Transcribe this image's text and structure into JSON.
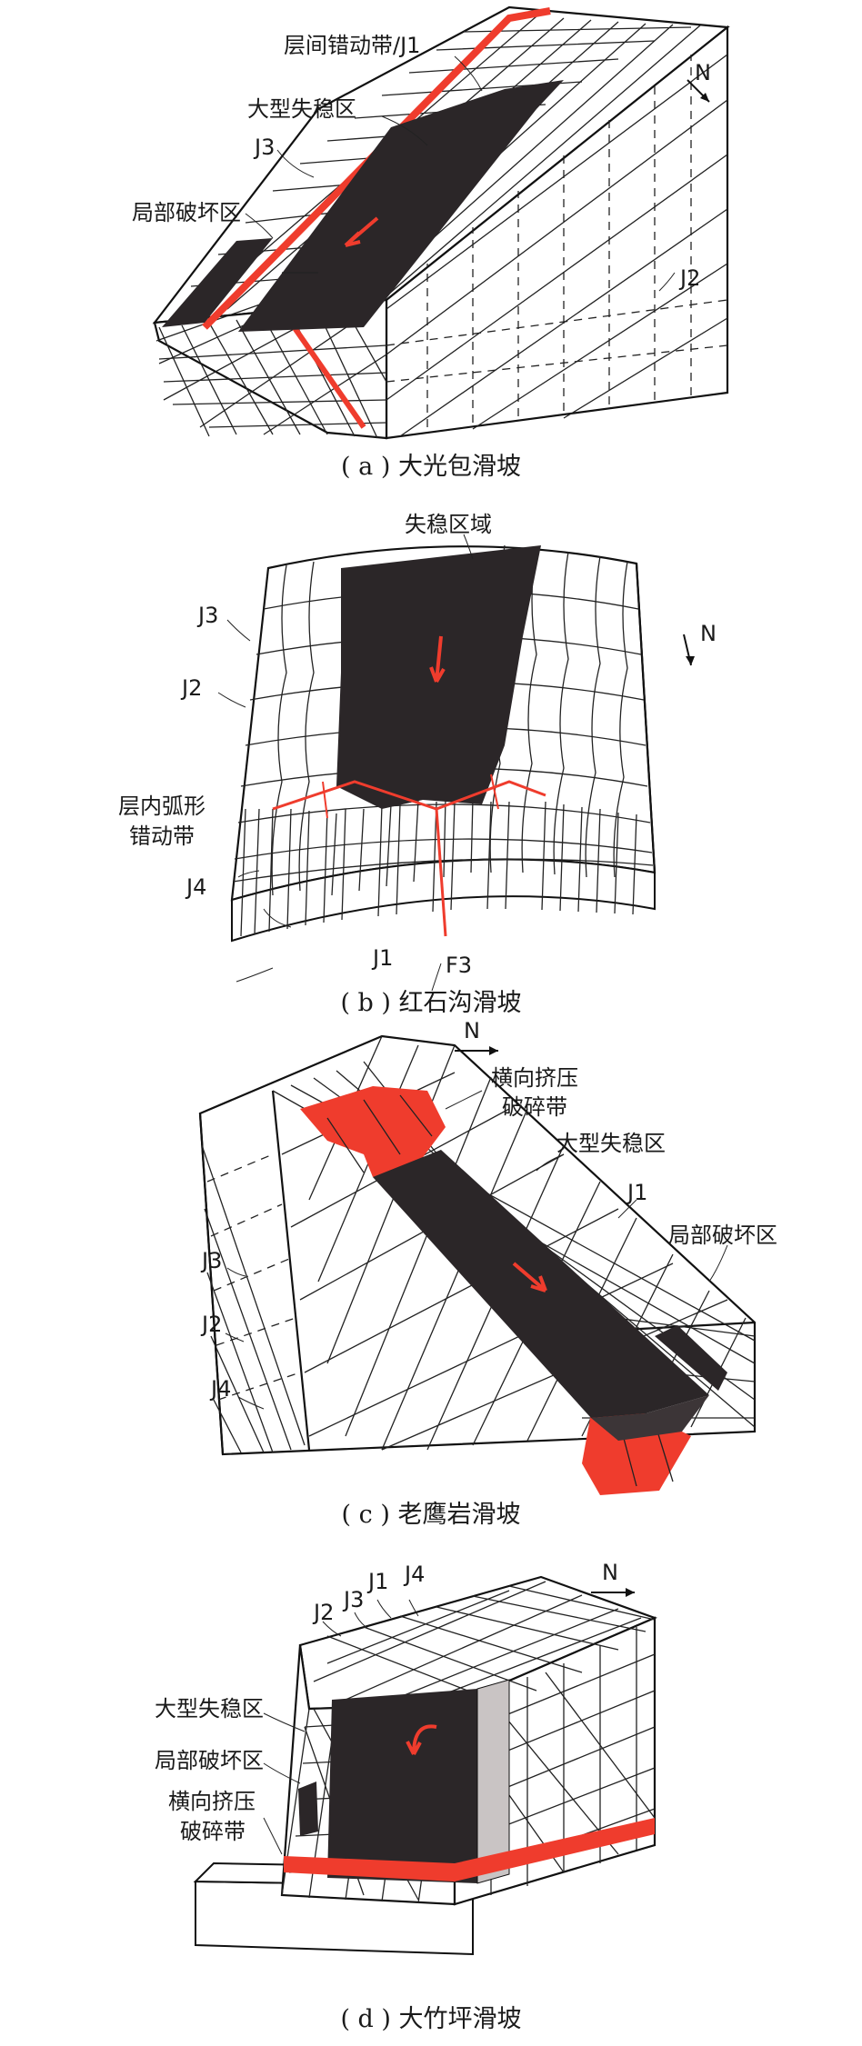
{
  "panels": [
    {
      "id": "a",
      "caption": "( a ) 大光包滑坡",
      "north": "N",
      "labels": [
        "层间错动带/J1",
        "大型失稳区",
        "J3",
        "局部破坏区",
        "J2"
      ]
    },
    {
      "id": "b",
      "caption": "( b ) 红石沟滑坡",
      "north": "N",
      "labels": [
        "失稳区域",
        "J3",
        "J2",
        "层内弧形",
        "错动带",
        "J4",
        "J1",
        "F3"
      ]
    },
    {
      "id": "c",
      "caption": "( c ) 老鹰岩滑坡",
      "north": "N",
      "labels": [
        "横向挤压",
        "破碎带",
        "大型失稳区",
        "J1",
        "局部破坏区",
        "J3",
        "J2",
        "J4"
      ]
    },
    {
      "id": "d",
      "caption": "( d ) 大竹坪滑坡",
      "north": "N",
      "labels": [
        "J1",
        "J4",
        "J2",
        "J3",
        "大型失稳区",
        "局部破坏区",
        "横向挤压",
        "破碎带"
      ]
    }
  ],
  "colors": {
    "failure_zone": "#2b2628",
    "shear_zone": "#ef3c2d",
    "line": "#222222"
  },
  "icons": [
    "north-arrow-icon",
    "slide-direction-arrow-icon"
  ]
}
